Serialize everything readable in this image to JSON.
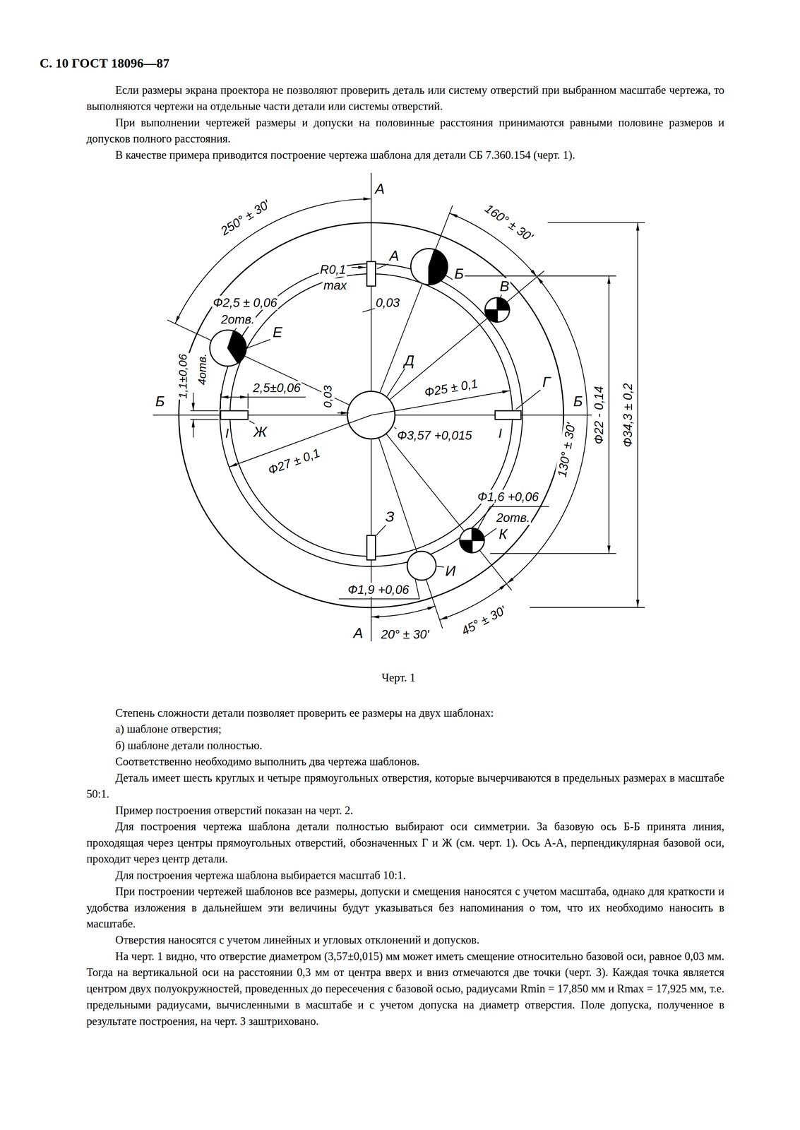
{
  "diagram": {
    "caption": "Черт. 1",
    "labels": [
      "С. 10 ГОСТ 18096—87",
      "Если размеры экрана проектора не позволяют проверить деталь или систему отверстий при выбранном масштабе чертежа, то выполняются чертежи на отдельные части детали или системы отверстий.",
      "При выполнении чертежей размеры и допуски на половинные расстояния принимаются равными половине размеров и допусков полного расстояния.",
      "В качестве примера приводится построение чертежа шаблона для детали СБ 7.360.154 (черт. 1).",
      "А",
      "250° ± 30'",
      "А",
      "Б",
      "160° ± 30'",
      "R0,1",
      "max",
      "0,03",
      "В",
      "Ф2,5 ± 0,06",
      "2отв.",
      "Е",
      "Д",
      "Ф25 ± 0,1",
      "Г",
      "Б",
      "Б",
      "1,1±0,06",
      "4отв.",
      "2,5±0,06",
      "0,03",
      "I",
      "I",
      "Ж",
      "Ф27 ± 0,1",
      "Ф3,57 +0,015",
      "Ф22 - 0,14",
      "Ф34,3 ± 0,2",
      "130° ± 30'",
      "Ф1,6 +0,06",
      "2отв.",
      "К",
      "З",
      "И",
      "Ф1,9 +0,06",
      "45° ± 30'",
      "А",
      "20° ± 30'",
      "Степень сложности детали позволяет проверить ее размеры на двух шаблонах:",
      "а) шаблоне отверстия;",
      "б) шаблоне детали полностью.",
      "Соответственно необходимо выполнить два чертежа шаблонов.",
      "Деталь имеет шесть круглых и четыре прямоугольных отверстия, которые вычерчиваются в предельных размерах в масштабе 50:1.",
      "Пример построения отверстий показан на черт. 2.",
      "Для построения чертежа шаблона детали полностью выбирают оси симметрии. За базовую ось Б-Б принята линия, проходящая через центры прямоугольных отверстий, обозначенных Г и Ж (см. черт. 1). Ось А-А, перпендикулярная базовой оси, проходит через центр детали.",
      "Для построения чертежа шаблона выбирается масштаб 10:1.",
      "При построении чертежей шаблонов все размеры, допуски и смещения наносятся с учетом масштаба, однако для краткости и удобства изложения в дальнейшем эти величины будут указываться без напоминания о том, что их необходимо наносить в масштабе.",
      "Отверстия наносятся с учетом линейных и угловых отклонений и допусков.",
      "На черт. 1 видно, что отверстие диаметром (3,57±0,015) мм может иметь смещение относительно базовой оси, равное 0,03 мм. Тогда на вертикальной оси на расстоянии 0,3 мм от центра вверх и вниз отмечаются две точки (черт. 3). Каждая точка является центром двух полуокружностей, проведенных до пересечения с базовой осью, радиусами Rmin = 17,850 мм и Rmax = 17,925 мм, т.е. предельными радиусами, вычисленными в масштабе и с учетом допуска на диаметр отверстия. Поле допуска, полученное в результате построения, на черт. 3 заштриховано."
    ]
  }
}
